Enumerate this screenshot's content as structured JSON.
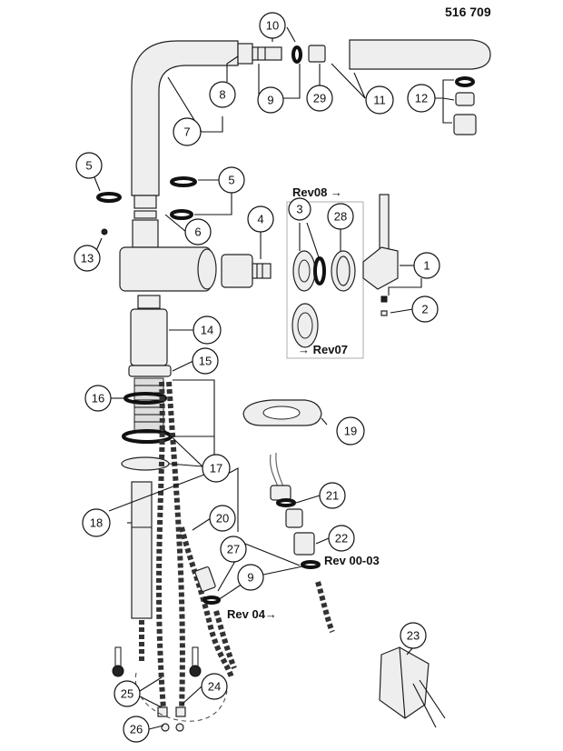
{
  "doc_number": "516 709",
  "annotations": {
    "rev08": "Rev08 →",
    "rev07": "→ Rev07",
    "rev0003": "Rev 00-03",
    "rev04": "Rev 04→"
  },
  "callouts": [
    {
      "id": "c1",
      "label": "1"
    },
    {
      "id": "c2",
      "label": "2"
    },
    {
      "id": "c3",
      "label": "3"
    },
    {
      "id": "c4",
      "label": "4"
    },
    {
      "id": "c5a",
      "label": "5"
    },
    {
      "id": "c5b",
      "label": "5"
    },
    {
      "id": "c6",
      "label": "6"
    },
    {
      "id": "c7",
      "label": "7"
    },
    {
      "id": "c8",
      "label": "8"
    },
    {
      "id": "c9a",
      "label": "9"
    },
    {
      "id": "c9b",
      "label": "9"
    },
    {
      "id": "c10",
      "label": "10"
    },
    {
      "id": "c11",
      "label": "11"
    },
    {
      "id": "c12",
      "label": "12"
    },
    {
      "id": "c13",
      "label": "13"
    },
    {
      "id": "c14",
      "label": "14"
    },
    {
      "id": "c15",
      "label": "15"
    },
    {
      "id": "c16",
      "label": "16"
    },
    {
      "id": "c17",
      "label": "17"
    },
    {
      "id": "c18",
      "label": "18"
    },
    {
      "id": "c19",
      "label": "19"
    },
    {
      "id": "c20",
      "label": "20"
    },
    {
      "id": "c21",
      "label": "21"
    },
    {
      "id": "c22",
      "label": "22"
    },
    {
      "id": "c23",
      "label": "23"
    },
    {
      "id": "c24",
      "label": "24"
    },
    {
      "id": "c25",
      "label": "25"
    },
    {
      "id": "c26",
      "label": "26"
    },
    {
      "id": "c27",
      "label": "27"
    },
    {
      "id": "c28",
      "label": "28"
    },
    {
      "id": "c29",
      "label": "29"
    }
  ]
}
